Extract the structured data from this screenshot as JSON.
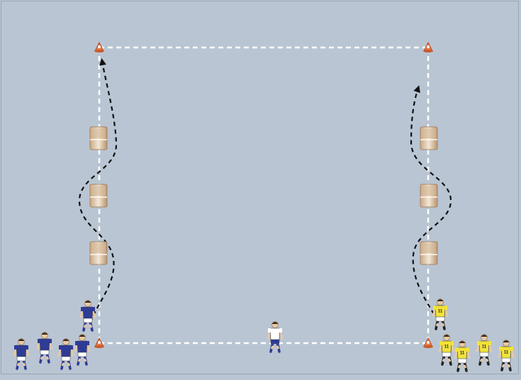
{
  "diagram": {
    "background": "#b9c5d3",
    "boundary_color": "#ffffff",
    "path_color": "#111111",
    "cone_color": "#e87b4a",
    "pad_color": "#efe0c8",
    "team_blue": {
      "shirt": "#2f3c96",
      "shorts": "#ffffff",
      "socks": "#2f3c96"
    },
    "team_yellow": {
      "shirt": "#f0e23a",
      "shorts": "#ffffff",
      "socks": "#222222"
    },
    "coach": {
      "shirt": "#ffffff",
      "shorts": "#2f3c96"
    },
    "shirt_number": "11",
    "elements": {
      "cones": 4,
      "tackle_pads_per_lane": 3,
      "lanes": [
        "left",
        "right"
      ],
      "players_per_team": 5
    }
  }
}
